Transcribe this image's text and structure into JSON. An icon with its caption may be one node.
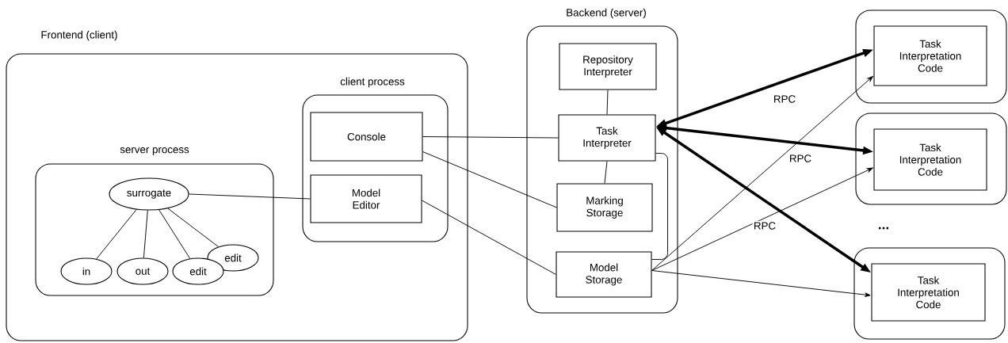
{
  "diagram": {
    "nodes": [
      {
        "text": [
          "Frontend (client)"
        ]
      },
      {
        "text": [
          "client process"
        ],
        "in": 0
      },
      {
        "text": [
          "Console"
        ],
        "in": 1
      },
      {
        "text": [
          "Model Editor"
        ],
        "in": 1
      },
      {
        "text": [
          "server process"
        ],
        "in": 0
      },
      {
        "text": [
          "surrogate"
        ],
        "in": 4
      },
      {
        "text": [
          "in"
        ],
        "in": 4
      },
      {
        "text": [
          "out"
        ],
        "in": 4
      },
      {
        "text": [
          "edit"
        ],
        "in": 4
      },
      {
        "text": [
          "edit"
        ],
        "in": 4
      },
      {
        "text": [
          "Backend (server)"
        ]
      },
      {
        "text": [
          "Repository Interpreter"
        ],
        "in": 10
      },
      {
        "text": [
          "Task Interpreter"
        ],
        "in": 10
      },
      {
        "text": [
          "Marking Storage"
        ],
        "in": 10
      },
      {
        "text": [
          "Model Storage"
        ],
        "in": 10
      },
      {
        "text": [],
        "shape": "box"
      },
      {
        "text": [
          "Task Interpretation Code"
        ],
        "in": 15
      },
      {
        "text": [],
        "shape": "box"
      },
      {
        "text": [
          "Task Interpretation Code"
        ],
        "in": 17
      },
      {
        "text": [],
        "shape": "box"
      },
      {
        "text": [
          "Task Interpretation Code"
        ],
        "in": 19
      }
    ],
    "edges": [
      {
        "from": 5,
        "to": 3,
        "arrow": "none"
      },
      {
        "from": 5,
        "to": 6,
        "arrow": "none"
      },
      {
        "from": 5,
        "to": 7,
        "arrow": "none"
      },
      {
        "from": 5,
        "to": 8,
        "arrow": "none"
      },
      {
        "from": 5,
        "to": 9,
        "arrow": "none"
      },
      {
        "from": 2,
        "to": 12,
        "arrow": "none"
      },
      {
        "from": 2,
        "to": 13,
        "arrow": "none"
      },
      {
        "from": 3,
        "to": 14,
        "arrow": "none"
      },
      {
        "from": 11,
        "to": 12,
        "arrow": "none"
      },
      {
        "from": 12,
        "to": 13,
        "arrow": "none"
      },
      {
        "from": 12,
        "to": 14,
        "arrow": "none"
      },
      {
        "from": 12,
        "to": 16,
        "arrow": "both",
        "style": "thick",
        "label": "RPC"
      },
      {
        "from": 12,
        "to": 18,
        "arrow": "both",
        "style": "thick",
        "label": "RPC"
      },
      {
        "from": 12,
        "to": 20,
        "arrow": "both",
        "style": "thick"
      },
      {
        "from": 14,
        "to": 16,
        "arrow": "to"
      },
      {
        "from": 14,
        "to": 18,
        "arrow": "to",
        "label": "RPC"
      },
      {
        "from": 14,
        "to": 20,
        "arrow": "to"
      }
    ],
    "labels": [
      "..."
    ]
  }
}
